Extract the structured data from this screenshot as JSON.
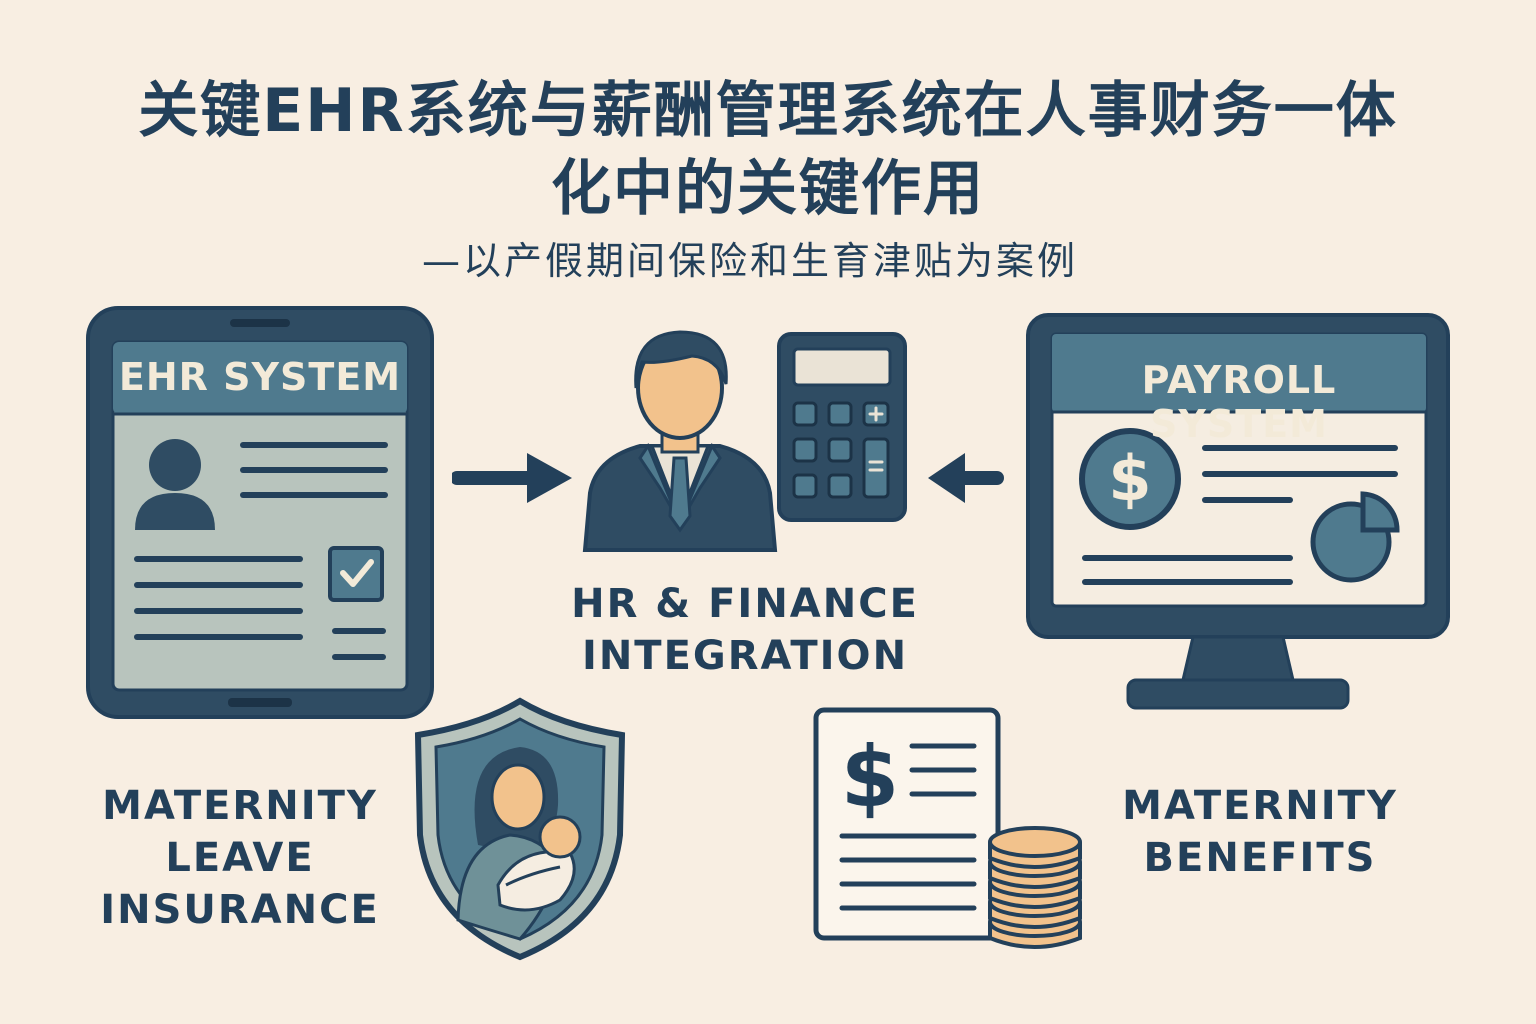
{
  "header": {
    "title_line1": "关键EHR系统与薪酬管理系统在人事财务一体",
    "title_line2": "化中的关键作用",
    "subtitle": "—以产假期间保险和生育津贴为案例"
  },
  "ehr": {
    "title": "EHR SYSTEM"
  },
  "payroll": {
    "title": "PAYROLL SYSTEM"
  },
  "center": {
    "line1": "HR & FINANCE",
    "line2": "INTEGRATION"
  },
  "maternity_insurance": {
    "line1": "MATERNITY",
    "line2": "LEAVE",
    "line3": "INSURANCE"
  },
  "maternity_benefits": {
    "line1": "MATERNITY",
    "line2": "BENEFITS"
  },
  "icons": {
    "dollar": "$"
  },
  "colors": {
    "dark": "#23405a",
    "teal": "#4f7a8e",
    "light_panel": "#b8c4bd",
    "skin": "#f2c28c",
    "background": "#f8eee2"
  }
}
